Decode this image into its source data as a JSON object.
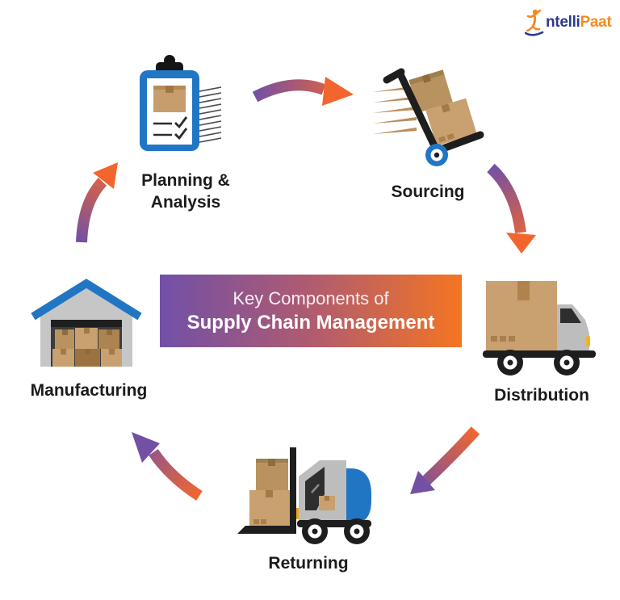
{
  "logo": {
    "text_blue": "ntelli",
    "text_orange": "Paat",
    "blue": "#2b3990",
    "orange": "#f6891f"
  },
  "banner": {
    "line1": "Key Components of",
    "line2": "Supply Chain Management",
    "gradient_start": "#7150a8",
    "gradient_end": "#f47522",
    "text_color": "#ffffff"
  },
  "nodes": {
    "planning": {
      "label_line1": "Planning &",
      "label_line2": "Analysis",
      "icon": "clipboard-checklist-icon"
    },
    "sourcing": {
      "label": "Sourcing",
      "icon": "hand-truck-icon"
    },
    "distribution": {
      "label": "Distribution",
      "icon": "delivery-truck-icon"
    },
    "returning": {
      "label": "Returning",
      "icon": "forklift-icon"
    },
    "manufacturing": {
      "label": "Manufacturing",
      "icon": "warehouse-icon"
    }
  },
  "cycle_order": [
    "Planning & Analysis",
    "Sourcing",
    "Distribution",
    "Returning",
    "Manufacturing"
  ],
  "colors": {
    "arrow_purple": "#7450a4",
    "arrow_orange": "#f2662e",
    "icon_blue": "#2176c4",
    "box_tan": "#c9a06f",
    "box_brown": "#b9935f",
    "label_text": "#1b1b1b"
  }
}
